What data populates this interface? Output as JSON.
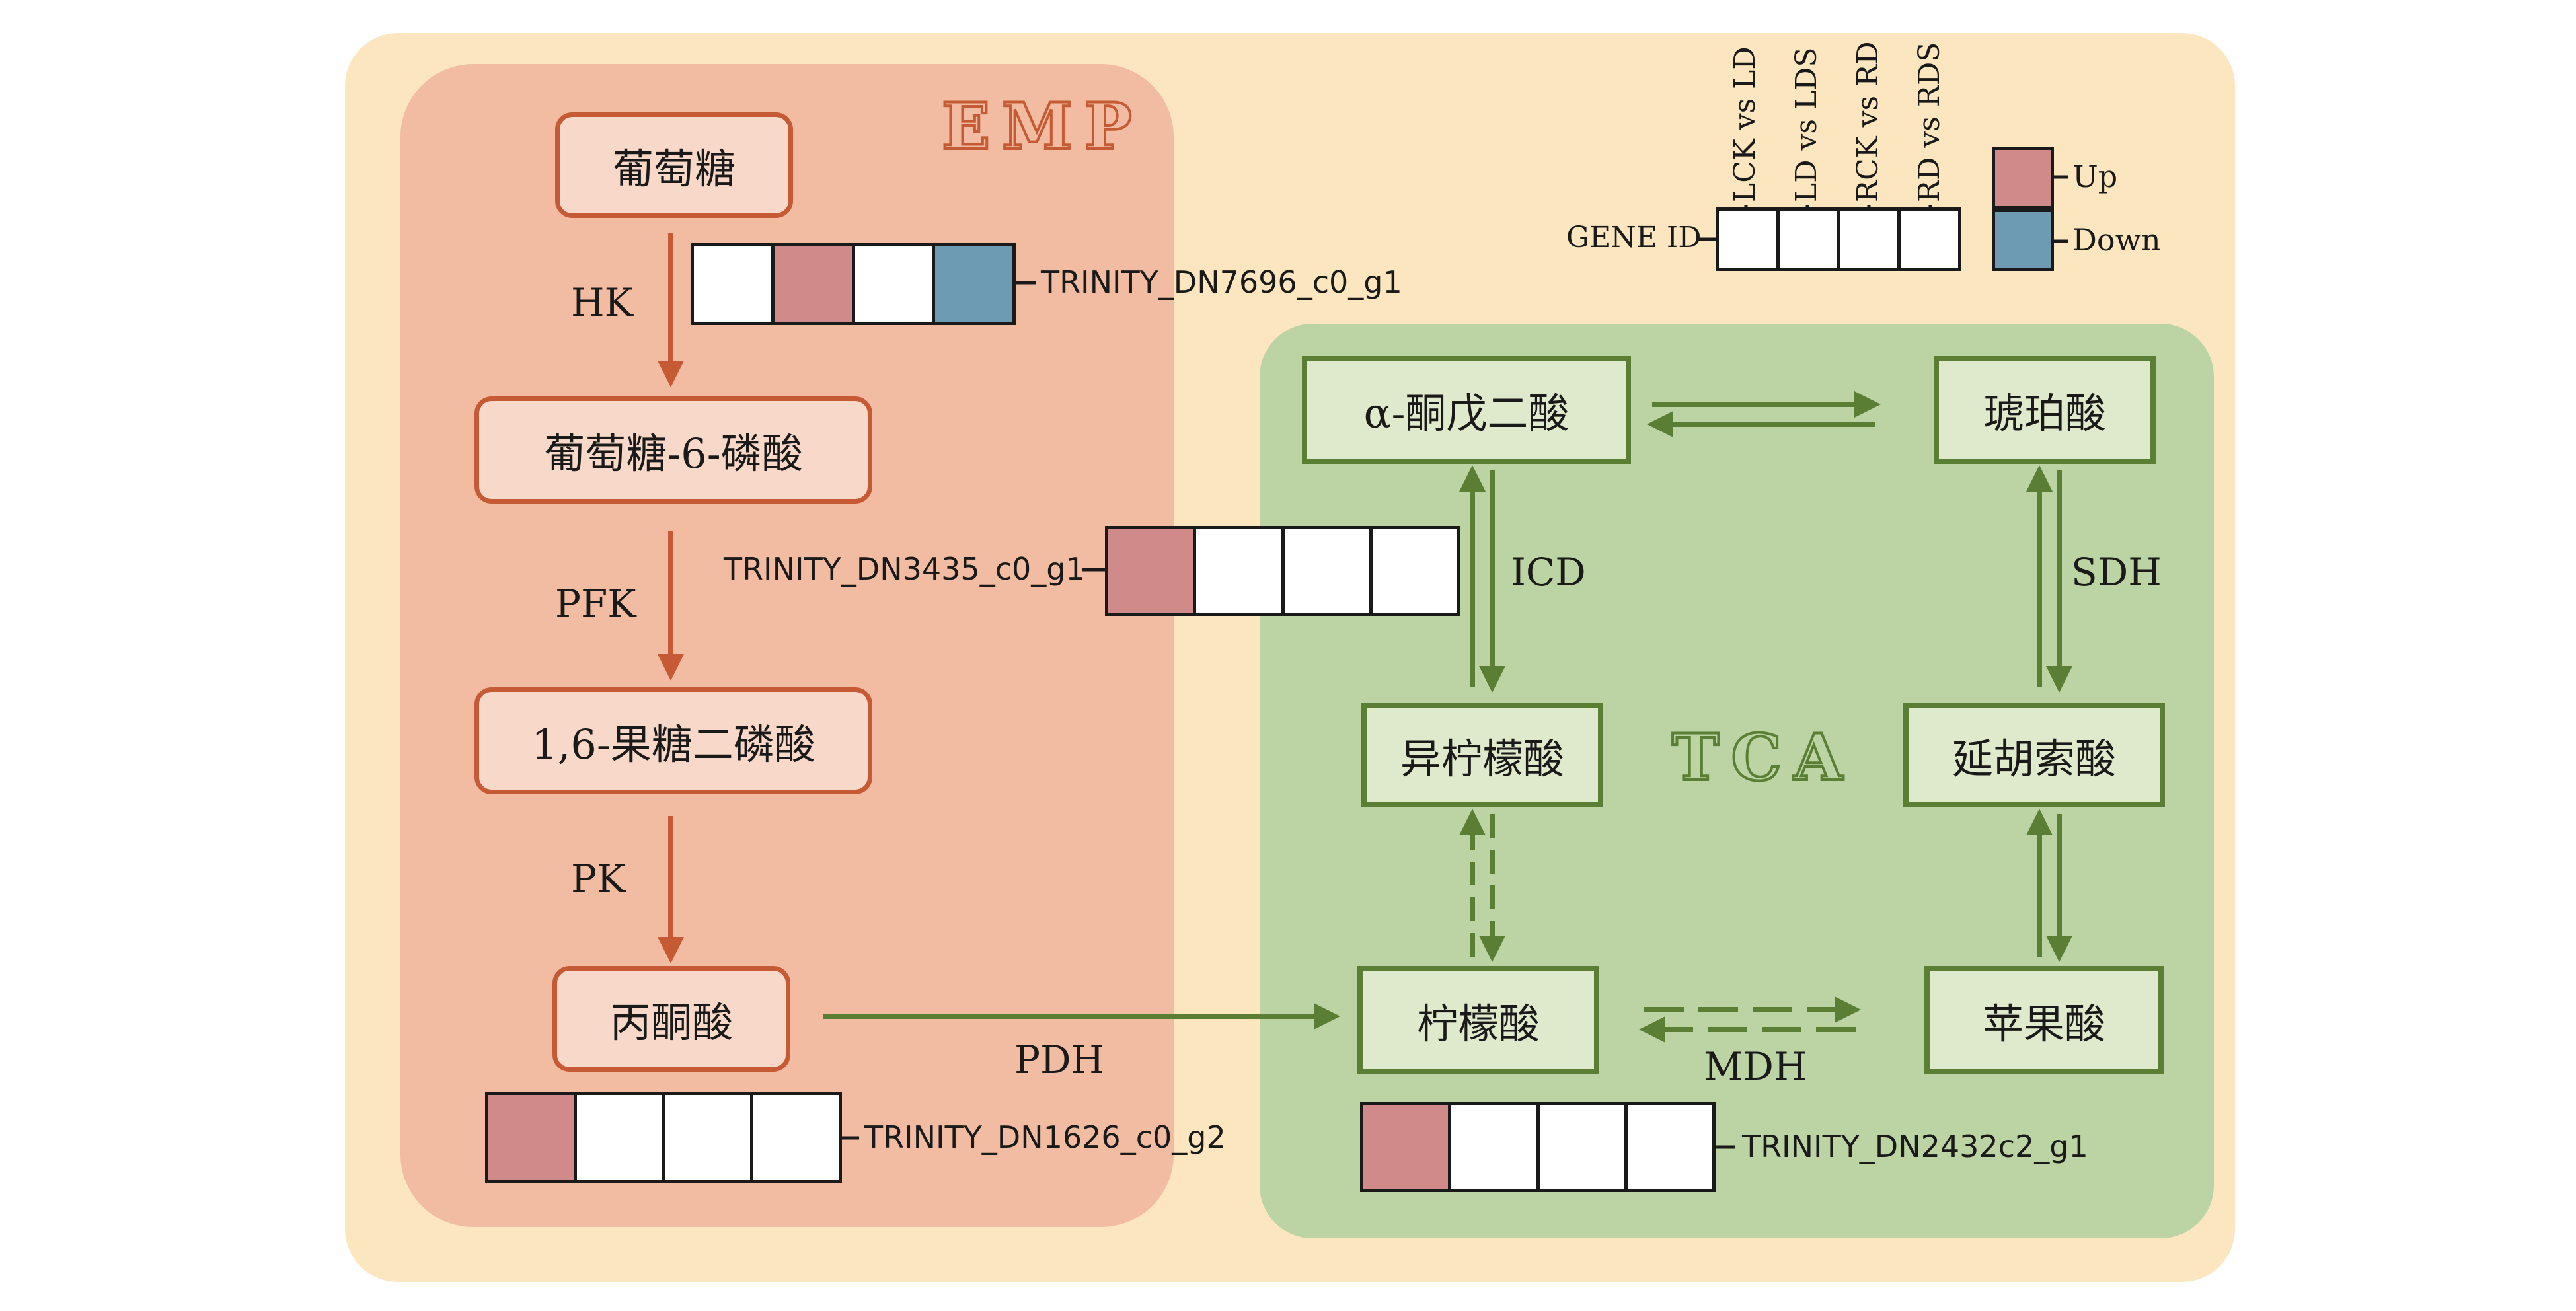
{
  "colors": {
    "up": "#d08a8a",
    "down": "#6e9bb4",
    "none": "#ffffff",
    "emp_arrow": "#c65a34",
    "tca_arrow": "#5a7e33"
  },
  "titles": {
    "emp": "EMP",
    "tca": "TCA"
  },
  "emp": {
    "nodes": [
      "葡萄糖",
      "葡萄糖-6-磷酸",
      "1,6-果糖二磷酸",
      "丙酮酸"
    ],
    "enzymes": [
      "HK",
      "PFK",
      "PK"
    ]
  },
  "tca": {
    "nodes": [
      "α-酮戊二酸",
      "琥珀酸",
      "异柠檬酸",
      "延胡索酸",
      "柠檬酸",
      "苹果酸"
    ],
    "enzymes": {
      "icd": "ICD",
      "sdh": "SDH",
      "mdh": "MDH"
    }
  },
  "link": {
    "pdh": "PDH"
  },
  "heatmaps": [
    {
      "gene": "TRINITY_DN7696_c0_g1",
      "cells": [
        "none",
        "up",
        "none",
        "down"
      ]
    },
    {
      "gene": "TRINITY_DN3435_c0_g1",
      "cells": [
        "up",
        "none",
        "none",
        "none"
      ]
    },
    {
      "gene": "TRINITY_DN1626_c0_g2",
      "cells": [
        "up",
        "none",
        "none",
        "none"
      ]
    },
    {
      "gene": "TRINITY_DN2432c2_g1",
      "cells": [
        "up",
        "none",
        "none",
        "none"
      ]
    }
  ],
  "legend": {
    "gene_id": "GENE ID",
    "columns": [
      "LCK vs LD",
      "LD vs LDS",
      "RCK vs RD",
      "RD vs RDS"
    ],
    "up": "Up",
    "down": "Down"
  }
}
